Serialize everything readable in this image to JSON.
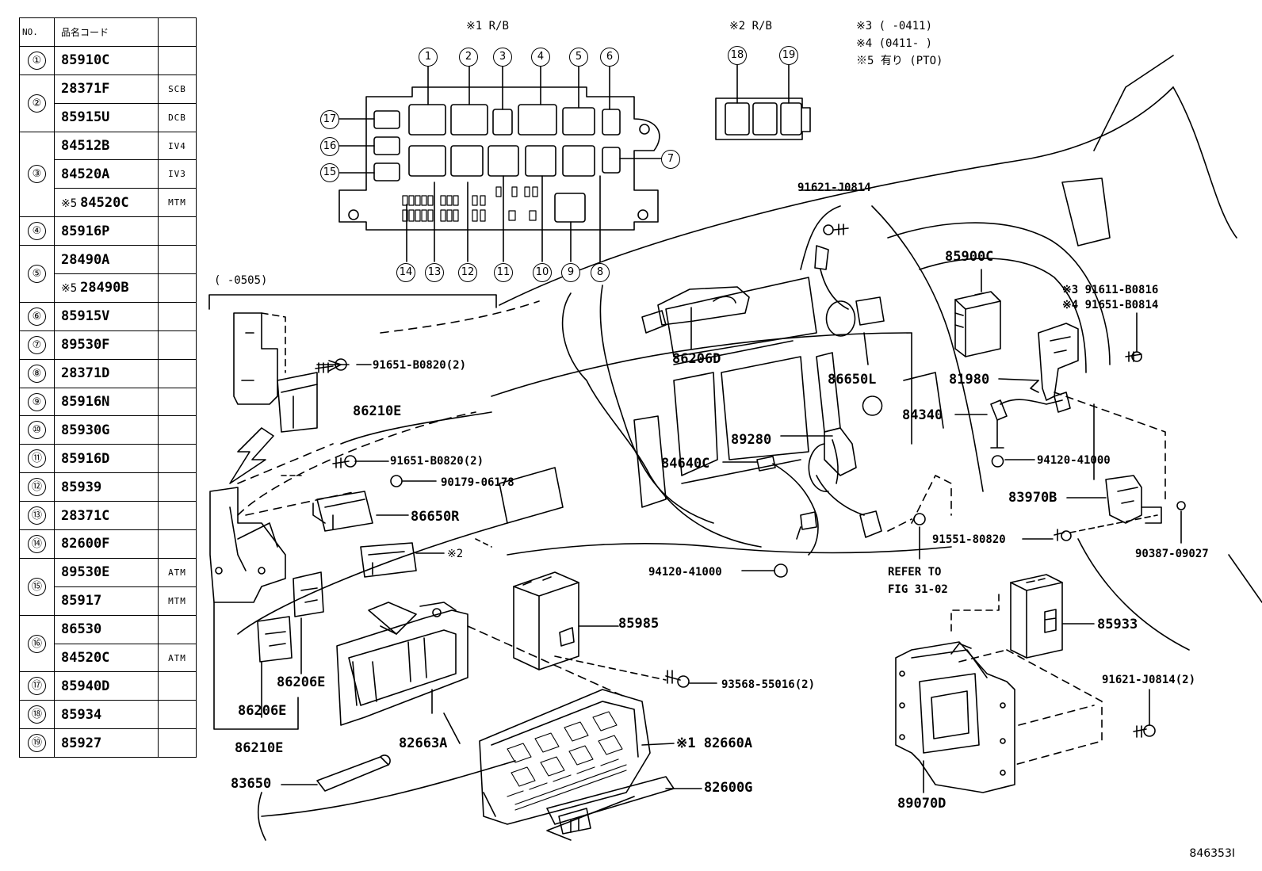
{
  "table": {
    "header_no": "NO.",
    "header_code": "品名コード",
    "rows": [
      {
        "no": "①",
        "code": "85910C",
        "note": ""
      },
      {
        "no": "②",
        "code": "28371F",
        "note": "SCB"
      },
      {
        "no": "",
        "code": "85915U",
        "note": "DCB"
      },
      {
        "no": "③",
        "code": "84512B",
        "note": "IV4"
      },
      {
        "no": "",
        "code": "84520A",
        "note": "IV3"
      },
      {
        "no": "",
        "mark": "※5",
        "code": "84520C",
        "note": "MTM"
      },
      {
        "no": "④",
        "code": "85916P",
        "note": ""
      },
      {
        "no": "⑤",
        "code": "28490A",
        "note": ""
      },
      {
        "no": "",
        "mark": "※5",
        "code": "28490B",
        "note": ""
      },
      {
        "no": "⑥",
        "code": "85915V",
        "note": ""
      },
      {
        "no": "⑦",
        "code": "89530F",
        "note": ""
      },
      {
        "no": "⑧",
        "code": "28371D",
        "note": ""
      },
      {
        "no": "⑨",
        "code": "85916N",
        "note": ""
      },
      {
        "no": "⑩",
        "code": "85930G",
        "note": ""
      },
      {
        "no": "⑪",
        "code": "85916D",
        "note": ""
      },
      {
        "no": "⑫",
        "code": "85939",
        "note": ""
      },
      {
        "no": "⑬",
        "code": "28371C",
        "note": ""
      },
      {
        "no": "⑭",
        "code": "82600F",
        "note": ""
      },
      {
        "no": "⑮",
        "code": "89530E",
        "note": "ATM"
      },
      {
        "no": "",
        "code": "85917",
        "note": "MTM"
      },
      {
        "no": "⑯",
        "code": "86530",
        "note": ""
      },
      {
        "no": "",
        "code": "84520C",
        "note": "ATM"
      },
      {
        "no": "⑰",
        "code": "85940D",
        "note": ""
      },
      {
        "no": "⑱",
        "code": "85934",
        "note": ""
      },
      {
        "no": "⑲",
        "code": "85927",
        "note": ""
      }
    ]
  },
  "notes": {
    "rb1": "※1 R/B",
    "rb2": "※2 R/B",
    "n3": "※3 (    -0411)",
    "n4": "※4 (0411-    )",
    "n5": "※5  有り (PTO)",
    "period": "(    -0505)"
  },
  "bubbles": [
    "1",
    "2",
    "3",
    "4",
    "5",
    "6",
    "7",
    "8",
    "9",
    "10",
    "11",
    "12",
    "13",
    "14",
    "15",
    "16",
    "17",
    "18",
    "19"
  ],
  "labels": {
    "p91621a": "91621-J0814",
    "p85900C": "85900C",
    "p91611": "※3  91611-B0816",
    "p91651b0814": "※4  91651-B0814",
    "p86206D": "86206D",
    "p86650L": "86650L",
    "p81980": "81980",
    "p91651a": "91651-B0820(2)",
    "p86210E_top": "86210E",
    "p84340": "84340",
    "p89280": "89280",
    "p84640C": "84640C",
    "p94120a": "94120-41000",
    "p91651b": "91651-B0820(2)",
    "p90179": "90179-06178",
    "p83970B": "83970B",
    "p86650R": "86650R",
    "p91551": "91551-80820",
    "p90387": "90387-09027",
    "p2ref": "※2",
    "p94120b": "94120-41000",
    "refer1": "REFER TO",
    "refer2": "FIG 31-02",
    "p85985": "85985",
    "p85933": "85933",
    "p86206E_a": "86206E",
    "p93568": "93568-55016(2)",
    "p91621b": "91621-J0814(2)",
    "p86206E_b": "86206E",
    "p86210E_bot": "86210E",
    "p82663A": "82663A",
    "p82660A": "※1 82660A",
    "p83650": "83650",
    "p82600G": "82600G",
    "p89070D": "89070D"
  },
  "figure_id": "846353I"
}
